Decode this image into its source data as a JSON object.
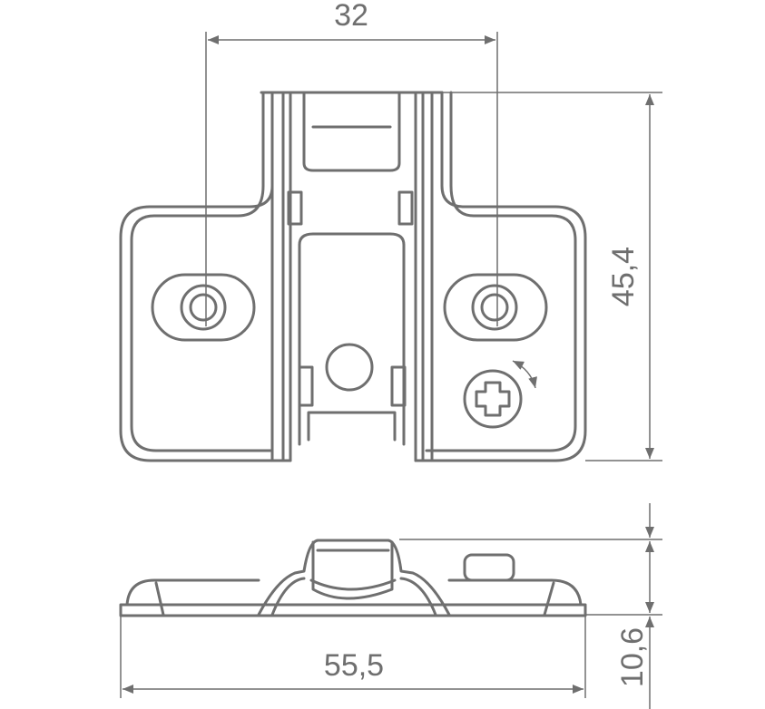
{
  "drawing": {
    "dimensions": {
      "hole_spacing": "32",
      "height": "45,4",
      "width": "55,5",
      "thickness": "10,6"
    },
    "line_color": "#6f6f6f"
  }
}
